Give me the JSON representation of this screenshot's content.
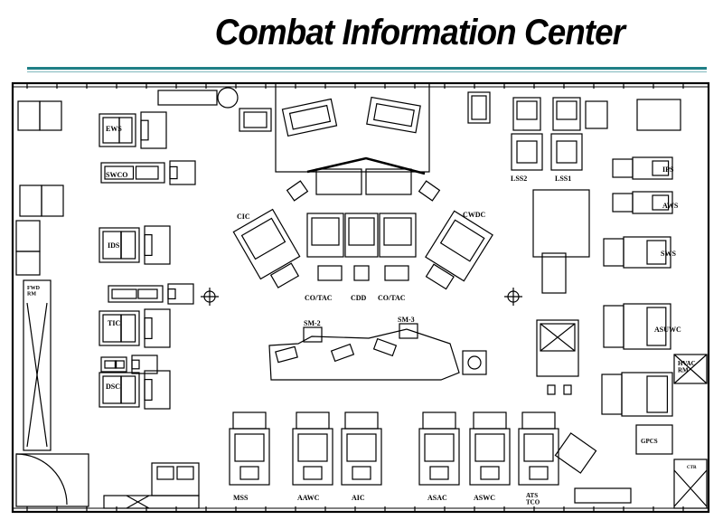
{
  "title": "Combat Information Center",
  "labels": {
    "ews": "EWS",
    "swco": "SWCO",
    "ids": "IDS",
    "tic": "TIC",
    "dsc": "DSC",
    "fwd_rm": "FWD\nRM",
    "cic": "CIC",
    "cwdc": "CWDC",
    "cotac_left": "CO/TAC",
    "cotac_right": "CO/TAC",
    "cdd": "CDD",
    "lss2": "LSS2",
    "lss1": "LSS1",
    "sm2": "SM-2",
    "sm3": "SM-3",
    "ips": "IPS",
    "aws": "AWS",
    "sws": "SWS",
    "asuwc": "ASUWC",
    "hvac_rm": "HVAC\nRM",
    "gpcs": "GPCS",
    "mss": "MSS",
    "aawc": "AAWC",
    "aic": "AIC",
    "asac": "ASAC",
    "aswc": "ASWC",
    "ats_tco": "ATS\nTCO",
    "ctr": "CTR"
  }
}
